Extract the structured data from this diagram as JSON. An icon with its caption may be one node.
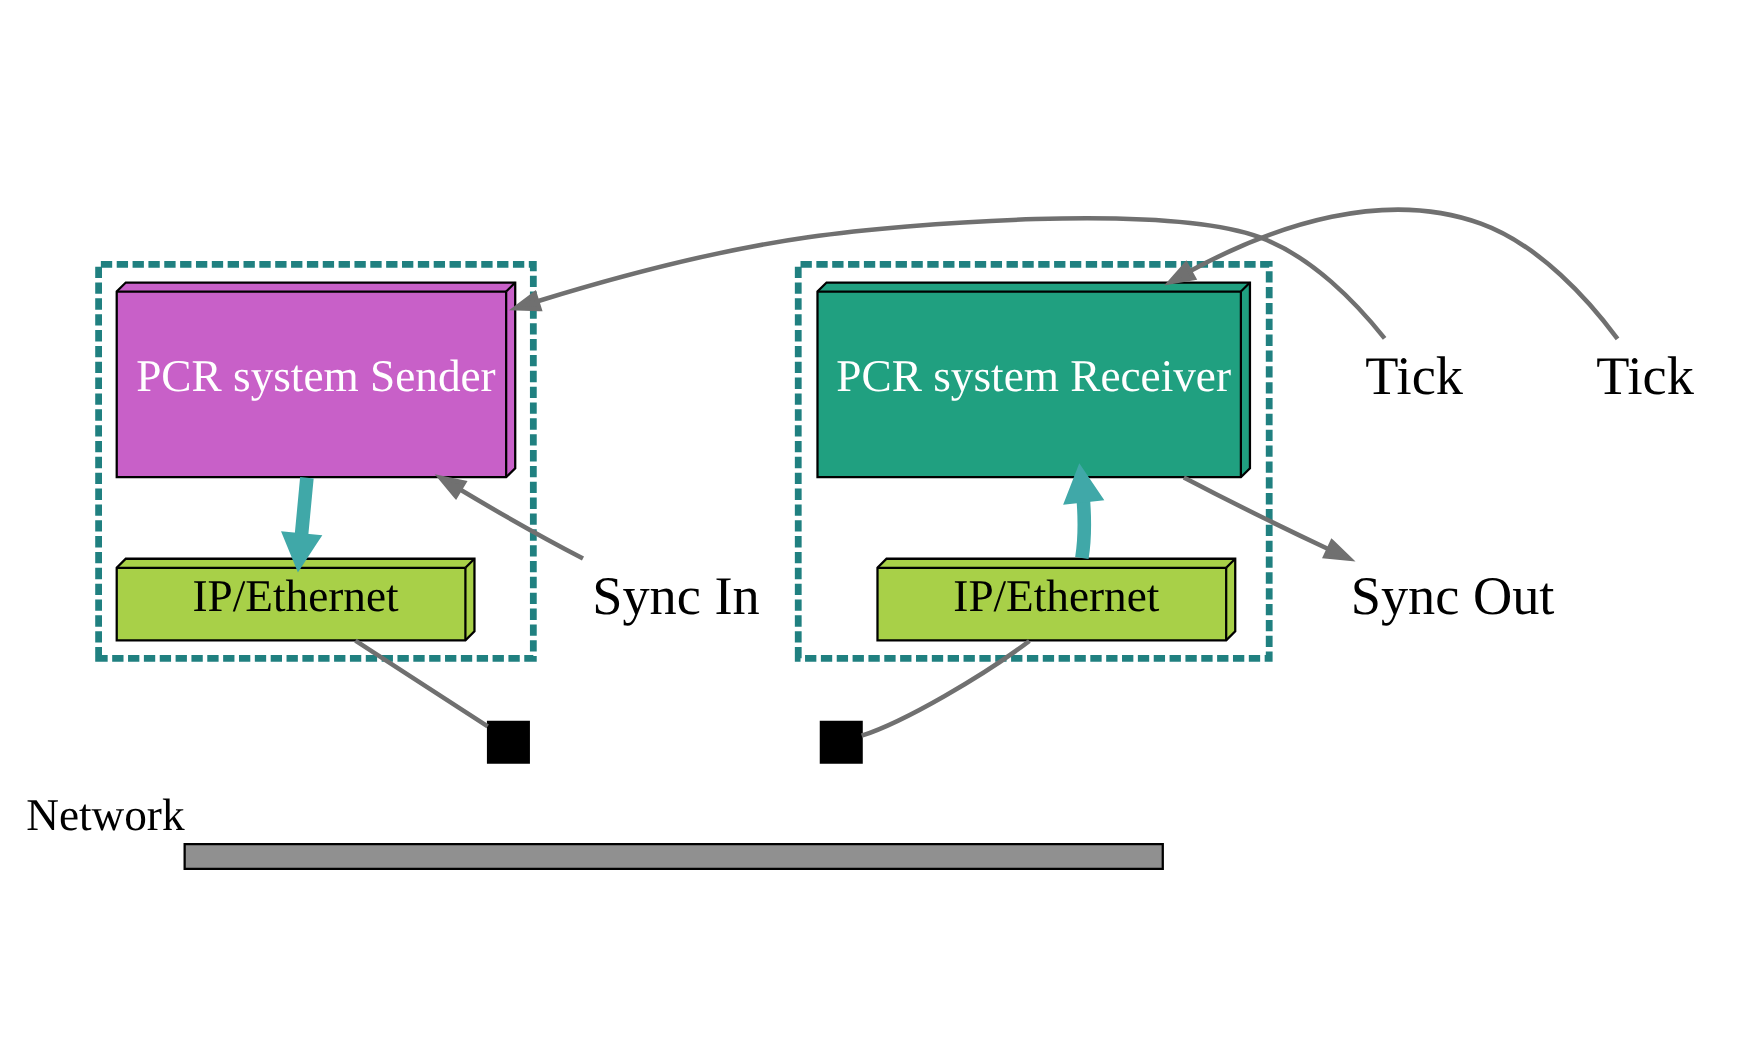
{
  "diagram": {
    "nodes": [
      {
        "text": [],
        "shape": "box"
      },
      {
        "text": [
          "PCR system Sender"
        ],
        "in": 0
      },
      {
        "text": [
          "IP/Ethernet"
        ],
        "in": 0
      },
      {
        "text": [],
        "shape": "box"
      },
      {
        "text": [
          "PCR system Receiver"
        ],
        "in": 3
      },
      {
        "text": [
          "IP/Ethernet"
        ],
        "in": 3
      },
      {
        "text": [
          "Sync In"
        ]
      },
      {
        "text": [
          "Tick"
        ]
      },
      {
        "text": [
          "Sync Out"
        ]
      },
      {
        "text": [
          "Tick"
        ]
      },
      {
        "text": [
          "Network"
        ]
      },
      {
        "text": [],
        "shape": "box"
      },
      {
        "text": [],
        "shape": "box"
      }
    ],
    "edges": [
      {
        "from": 6,
        "to": 1,
        "arrow": "to"
      },
      {
        "from": 7,
        "to": 1,
        "arrow": "to"
      },
      {
        "from": 1,
        "to": 2,
        "arrow": "to",
        "style": "thick",
        "color": "#40a8a8"
      },
      {
        "from": 2,
        "to": 11,
        "arrow": "none"
      },
      {
        "from": 12,
        "to": 5,
        "arrow": "none"
      },
      {
        "from": 5,
        "to": 4,
        "arrow": "to",
        "style": "thick",
        "color": "#40a8a8"
      },
      {
        "from": 4,
        "to": 8,
        "arrow": "to"
      },
      {
        "from": 9,
        "to": 4,
        "arrow": "to"
      }
    ]
  }
}
